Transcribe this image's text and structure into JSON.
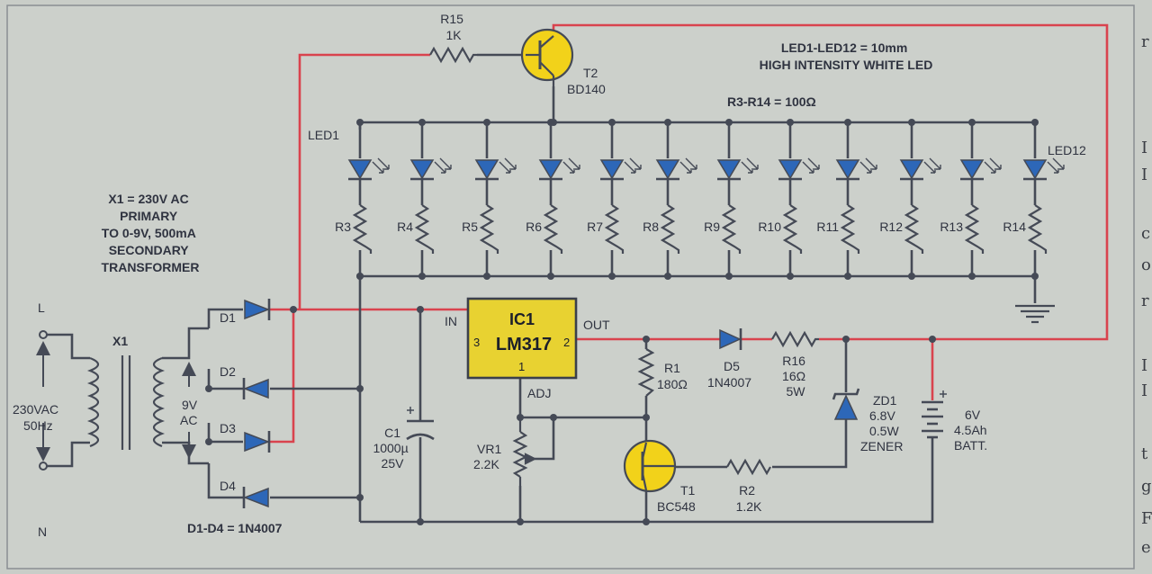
{
  "transformer": {
    "id": "X1",
    "note": [
      "X1 = 230V AC",
      "PRIMARY",
      "TO 0-9V, 500mA",
      "SECONDARY",
      "TRANSFORMER"
    ],
    "input_l": "L",
    "input_n": "N",
    "input_voltage": [
      "230VAC",
      "50Hz"
    ],
    "secondary": [
      "9V",
      "AC"
    ]
  },
  "diodes": {
    "d1": "D1",
    "d2": "D2",
    "d3": "D3",
    "d4": "D4",
    "note": "D1-D4 = 1N4007"
  },
  "c1": [
    "C1",
    "1000µ",
    "25V"
  ],
  "ic1": {
    "name": "IC1",
    "part": "LM317",
    "pin_in": "IN",
    "pin_out": "OUT",
    "pin_adj": "ADJ",
    "pin3": "3",
    "pin2": "2",
    "pin1": "1"
  },
  "vr1": [
    "VR1",
    "2.2K"
  ],
  "r1": [
    "R1",
    "180Ω"
  ],
  "d5": [
    "D5",
    "1N4007"
  ],
  "r16": [
    "R16",
    "16Ω",
    "5W"
  ],
  "zd1": [
    "ZD1",
    "6.8V",
    "0.5W",
    "ZENER"
  ],
  "battery": [
    "6V",
    "4.5Ah",
    "BATT."
  ],
  "t1": [
    "T1",
    "BC548"
  ],
  "r2": [
    "R2",
    "1.2K"
  ],
  "r15": [
    "R15",
    "1K"
  ],
  "t2": [
    "T2",
    "BD140"
  ],
  "led_note": [
    "LED1-LED12 = 10mm",
    "HIGH INTENSITY WHITE LED"
  ],
  "res_note": "R3-R14 = 100Ω",
  "led_first": "LED1",
  "led_last": "LED12",
  "led_resistors": [
    "R3",
    "R4",
    "R5",
    "R6",
    "R7",
    "R8",
    "R9",
    "R10",
    "R11",
    "R12",
    "R13",
    "R14"
  ],
  "edge_letters": [
    "r",
    "I",
    "I",
    "c",
    "o",
    "r",
    "I",
    "I",
    "t",
    "g",
    "F",
    "e"
  ],
  "colors": {
    "supply_wire": "#d9434e",
    "wire": "#454a56",
    "component_fill": "#f2d21a",
    "background": "#c9cdc8"
  }
}
